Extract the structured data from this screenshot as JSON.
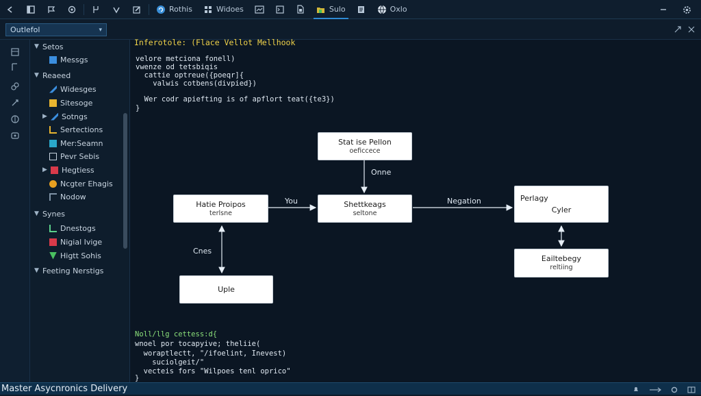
{
  "toolbar": {
    "items": [
      {
        "icon": "back-arrow-icon",
        "label": ""
      },
      {
        "icon": "panel-icon",
        "label": ""
      },
      {
        "icon": "flag-icon",
        "label": ""
      },
      {
        "icon": "copy-icon",
        "label": ""
      },
      {
        "icon": "branch-icon",
        "label": ""
      },
      {
        "icon": "chevron-icon",
        "label": ""
      },
      {
        "icon": "edit-icon",
        "label": ""
      },
      {
        "icon": "refresh-icon",
        "label": "Rothis"
      },
      {
        "icon": "grid-icon",
        "label": "Widoes"
      },
      {
        "icon": "window-icon",
        "label": ""
      },
      {
        "icon": "terminal-icon",
        "label": ""
      },
      {
        "icon": "file-icon",
        "label": ""
      },
      {
        "icon": "folder-icon",
        "label": "Sulo"
      },
      {
        "icon": "doc-icon",
        "label": ""
      },
      {
        "icon": "globe-icon",
        "label": "Oxlo"
      }
    ],
    "right": [
      "minimize-icon",
      "settings-icon"
    ]
  },
  "subbar": {
    "dropdown_value": "Outlefol",
    "right_icons": [
      "expand-icon",
      "close-icon"
    ]
  },
  "sidebar": {
    "rows": [
      {
        "label": "Setos",
        "type": "section"
      },
      {
        "label": "Messgs",
        "type": "item",
        "color": "#3b8ede"
      },
      {
        "label": "Reaeed",
        "type": "section"
      },
      {
        "label": "Widesges",
        "type": "item",
        "color": "#3b8ede"
      },
      {
        "label": "Sitesoge",
        "type": "item",
        "color": "#e8b530"
      },
      {
        "label": "Sotngs",
        "type": "sub",
        "color": "#3b8ede"
      },
      {
        "label": "Sertections",
        "type": "item",
        "color": "#e8b530"
      },
      {
        "label": "Mer:Seamn",
        "type": "item",
        "color": "#2aa7c9"
      },
      {
        "label": "Pevr Sebis",
        "type": "item",
        "color": "#c8d4e0"
      },
      {
        "label": "Hegtiess",
        "type": "sub",
        "color": "#d83a4a"
      },
      {
        "label": "Ncgter Ehagis",
        "type": "item",
        "color": "#e8a020"
      },
      {
        "label": "Nodow",
        "type": "item",
        "color": "#7f93a6"
      },
      {
        "label": "Synes",
        "type": "section"
      },
      {
        "label": "Dnestogs",
        "type": "item",
        "color": "#5ad08a"
      },
      {
        "label": "Nigial Ivige",
        "type": "item",
        "color": "#d83a4a"
      },
      {
        "label": "Higtt Sohis",
        "type": "item",
        "color": "#4ac060"
      },
      {
        "label": "Feeting Nerstigs",
        "type": "section"
      }
    ]
  },
  "code_top": {
    "title": "Inferotole: (Flace Vellot Mellhook",
    "lines": [
      "velore metciona fonell)",
      "vwenze od tetsbiqis",
      "  cattie optreue({poeqr]{",
      "    valwis cotbens(divpied})",
      "",
      "  Wer codr apiefting is of apflort teat({te3})",
      "}"
    ]
  },
  "code_bottom": {
    "lines": [
      "Noll/llg cettess:d{",
      "wnoel por tocapyive; theliie(",
      "  woraptlectt, \"/ifoelint, Inevest)",
      "    suciolgeit/\"",
      "  vecteis fors \"Wilpoes tenl oprico\"",
      "}"
    ]
  },
  "diagram": {
    "nodes": {
      "top": {
        "title": "Stat ise Pellon",
        "sub": "oeficcece"
      },
      "left": {
        "title": "Hatie Proipos",
        "sub": "terlsne"
      },
      "center": {
        "title": "Shettkeags",
        "sub": "seltone"
      },
      "right": {
        "title": "Perlagy",
        "title2": "Cyler"
      },
      "bottom_left": {
        "title": "Uple"
      },
      "bottom_right": {
        "title": "Eailtebegy",
        "sub": "reltiing"
      }
    },
    "edges": {
      "top_center": "Onne",
      "left_center": "You",
      "center_right": "Negation",
      "left_bottom": "Cnes"
    }
  },
  "status": {
    "title": "Master Asycnronics Delivery",
    "right_icons": [
      "bell-icon",
      "sync-icon",
      "settings-icon",
      "layout-icon"
    ]
  }
}
